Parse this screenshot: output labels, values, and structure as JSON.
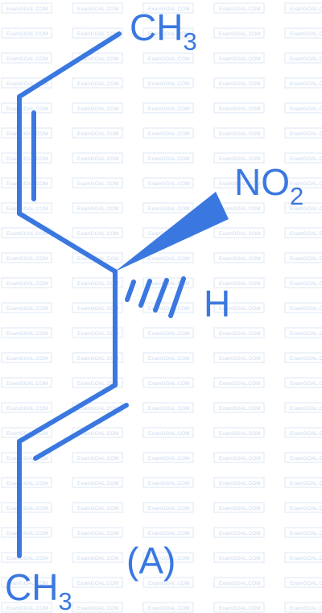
{
  "colors": {
    "ink": "#3a78e0",
    "watermark": "#c9d9ef"
  },
  "watermark": {
    "text": "ExamGOAL.COM"
  },
  "labels": {
    "top_ch3_main": "CH",
    "top_ch3_sub": "3",
    "nitro_main": "NO",
    "nitro_sub": "2",
    "hydrogen": "H",
    "bottom_ch3_main": "CH",
    "bottom_ch3_sub": "3",
    "compound_tag": "(A)"
  }
}
